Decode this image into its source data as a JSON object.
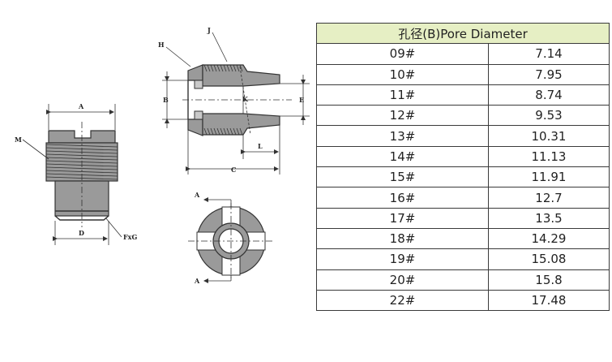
{
  "drawing": {
    "labels": {
      "A_top": "A",
      "M": "M",
      "D": "D",
      "FxG": "FxG",
      "H": "H",
      "J": "J",
      "B": "B",
      "K": "K",
      "E": "E",
      "L": "L",
      "C": "C",
      "A_sec_top": "A",
      "A_sec_bot": "A"
    }
  },
  "table": {
    "header": "孔径(B)Pore Diameter",
    "rows": [
      {
        "size": "09#",
        "diameter": "7.14"
      },
      {
        "size": "10#",
        "diameter": "7.95"
      },
      {
        "size": "11#",
        "diameter": "8.74"
      },
      {
        "size": "12#",
        "diameter": "9.53"
      },
      {
        "size": "13#",
        "diameter": "10.31"
      },
      {
        "size": "14#",
        "diameter": "11.13"
      },
      {
        "size": "15#",
        "diameter": "11.91"
      },
      {
        "size": "16#",
        "diameter": "12.7"
      },
      {
        "size": "17#",
        "diameter": "13.5"
      },
      {
        "size": "18#",
        "diameter": "14.29"
      },
      {
        "size": "19#",
        "diameter": "15.08"
      },
      {
        "size": "20#",
        "diameter": "15.8"
      },
      {
        "size": "22#",
        "diameter": "17.48"
      }
    ]
  }
}
